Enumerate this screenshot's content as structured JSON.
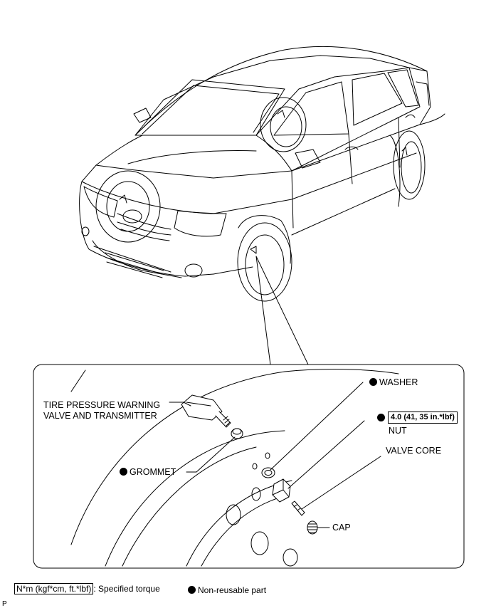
{
  "labels": {
    "tpms_line1": "TIRE PRESSURE WARNING",
    "tpms_line2": "VALVE AND TRANSMITTER",
    "grommet": "GROMMET",
    "washer": "WASHER",
    "torque": "4.0 (41, 35 in.*lbf)",
    "nut": "NUT",
    "valve_core": "VALVE CORE",
    "cap": "CAP"
  },
  "legend": {
    "torque_unit": "N*m (kgf*cm, ft.*lbf)",
    "torque_desc": ": Specified torque",
    "nonreusable": "Non-reusable part"
  },
  "figure_code": "P"
}
